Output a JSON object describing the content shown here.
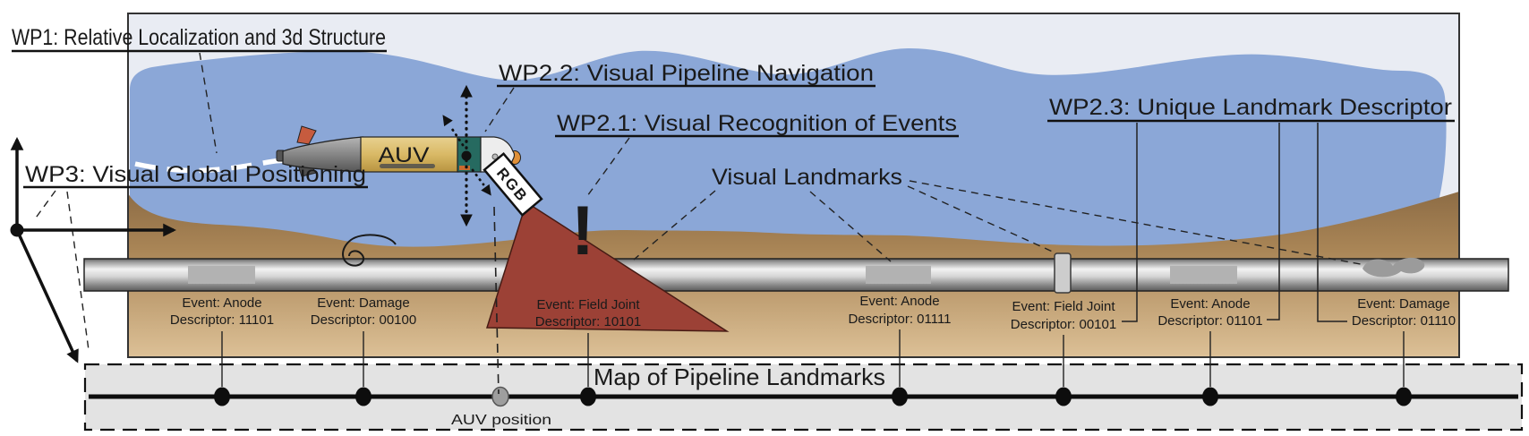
{
  "labels": {
    "wp1": "WP1: Relative Localization and 3d Structure",
    "wp22": "WP2.2: Visual Pipeline Navigation",
    "wp21": "WP2.1: Visual Recognition of Events",
    "wp23": "WP2.3: Unique Landmark Descriptor",
    "wp3": "WP3: Visual Global Positioning",
    "visual_landmarks": "Visual Landmarks",
    "auv": "AUV",
    "rgb": "RGB",
    "alert": "!"
  },
  "events": [
    {
      "label": "Event: Anode",
      "descriptor": "Descriptor: 11101"
    },
    {
      "label": "Event: Damage",
      "descriptor": "Descriptor: 00100"
    },
    {
      "label": "Event: Field Joint",
      "descriptor": "Descriptor: 10101"
    },
    {
      "label": "Event: Anode",
      "descriptor": "Descriptor: 01111"
    },
    {
      "label": "Event: Field Joint",
      "descriptor": "Descriptor: 00101"
    },
    {
      "label": "Event: Anode",
      "descriptor": "Descriptor: 01101"
    },
    {
      "label": "Event: Damage",
      "descriptor": "Descriptor: 01110"
    }
  ],
  "map": {
    "title": "Map of Pipeline Landmarks",
    "auv_position_label": "AUV position"
  },
  "colors": {
    "sky": "#e9ecf3",
    "water": "#8ba7d7",
    "sand_dark": "#8d6c45",
    "sand_light": "#dcc096",
    "pipe_light": "#f2f2f2",
    "pipe_dark": "#5a5a5a",
    "fov_triangle": "#9c4136",
    "map_bg": "#e3e3e3",
    "auv_body": "#d9b966",
    "auv_band": "#266a60",
    "auv_fin": "#c65b3e",
    "dot_black": "#0d0d0d",
    "dot_gray": "#9e9e9e"
  }
}
